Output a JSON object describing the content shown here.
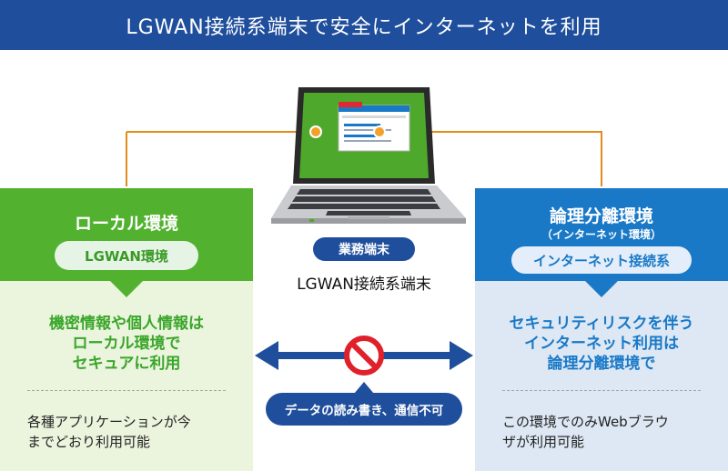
{
  "header": {
    "title": "LGWAN接続系端末で安全にインターネットを利用"
  },
  "left_panel": {
    "title": "ローカル環境",
    "pill": "LGWAN環境",
    "highlight": [
      "機密情報や個人情報は",
      "ローカル環境で",
      "セキュアに利用"
    ],
    "description": [
      "各種アプリケーションが今",
      "までどおり利用可能"
    ]
  },
  "right_panel": {
    "title": "論理分離環境",
    "subtitle": "（インターネット環境）",
    "pill": "インターネット接続系",
    "highlight": [
      "セキュリティリスクを伴う",
      "インターネット利用は",
      "論理分離環境で"
    ],
    "description": [
      "この環境でのみWebブラウ",
      "ザが利用可能"
    ]
  },
  "center": {
    "badge": "業務端末",
    "caption": "LGWAN接続系端末",
    "restriction": "データの読み書き、通信不可"
  },
  "colors": {
    "banner": "#1f4e9c",
    "green": "#52b230",
    "blue": "#1a79c7",
    "orange": "#e38c1a",
    "prohibit": "#e0202a"
  }
}
